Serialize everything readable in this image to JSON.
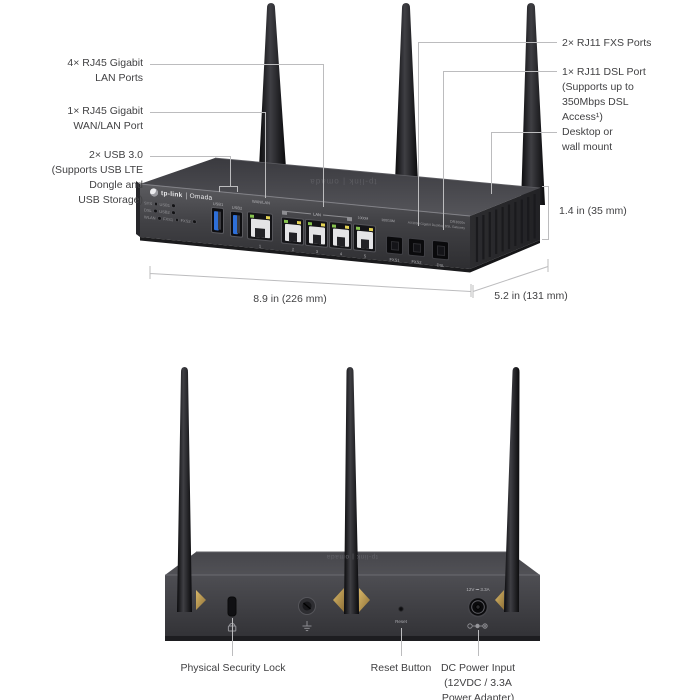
{
  "front_view": {
    "callouts": {
      "lan": "4× RJ45 Gigabit\nLAN Ports",
      "wan": "1× RJ45 Gigabit\nWAN/LAN Port",
      "usb": "2× USB 3.0\n(Supports USB LTE\nDongle and\nUSB Storage)",
      "fxs": "2× RJ11 FXS Ports",
      "dsl": "1× RJ11 DSL Port\n(Supports up to\n350Mbps DSL\nAccess¹)",
      "mount": "Desktop or\nwall mount"
    },
    "dimensions": {
      "height": "1.4 in (35 mm)",
      "width": "8.9 in (226 mm)",
      "depth": "5.2 in (131 mm)"
    },
    "panel": {
      "brand": "tp-link",
      "series": "Omada",
      "lid_print": "tp-link | omada",
      "leds": [
        "SYS",
        "USB1",
        "DSL",
        "USB2",
        "WLAN",
        "FXS1",
        "FXS2"
      ],
      "usb1": "USB1",
      "usb2": "USB2",
      "wan_label": "WAN/LAN",
      "lan_label": "LAN",
      "speed_1000": "1000M",
      "speed_100": "100/10M",
      "port_numbers": [
        "1",
        "2",
        "3",
        "4",
        "5"
      ],
      "rj11": [
        "FXS1",
        "FXS2",
        "DSL"
      ],
      "model": "DR3000v",
      "model_desc": "AX3000 Gigabit Desktop DSL Gateway"
    }
  },
  "back_view": {
    "callouts": {
      "lock": "Physical Security Lock",
      "reset": "Reset Button",
      "power": "DC Power Input\n(12VDC / 3.3A\nPower Adapter)"
    },
    "panel": {
      "embossed": "tp-link | omada",
      "power_rating": "12V ⎓ 3.3A",
      "reset_label": "Reset"
    }
  },
  "colors": {
    "background": "#ffffff",
    "body_dark": "#3c3c40",
    "callout_line": "#bcbcbe",
    "label_text": "#414143",
    "usb_blue": "#2e6fd8",
    "led_green": "#86c24e",
    "led_yellow": "#e3d254",
    "hinge_gold": "#c9a44a"
  }
}
